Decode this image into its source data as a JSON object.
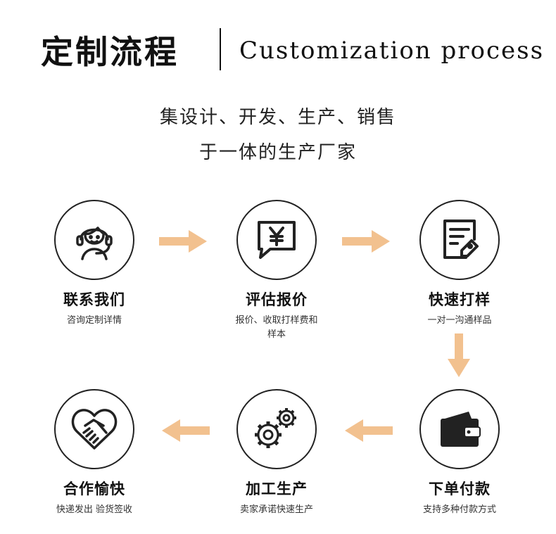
{
  "header": {
    "title_cn": "定制流程",
    "title_en": "Customization process"
  },
  "subtitle": {
    "line1": "集设计、开发、生产、销售",
    "line2": "于一体的生产厂家"
  },
  "colors": {
    "arrow": "#f2c18f",
    "stroke": "#222222"
  },
  "steps": [
    {
      "icon": "headset-person-icon",
      "title": "联系我们",
      "desc": "咨询定制详情"
    },
    {
      "icon": "yuan-speech-bubble-icon",
      "title": "评估报价",
      "desc": "报价、收取打样费和样本"
    },
    {
      "icon": "document-sample-icon",
      "title": "快速打样",
      "desc": "一对一沟通样品"
    },
    {
      "icon": "wallet-icon",
      "title": "下单付款",
      "desc": "支持多种付款方式"
    },
    {
      "icon": "gears-icon",
      "title": "加工生产",
      "desc": "卖家承诺快速生产"
    },
    {
      "icon": "handshake-heart-icon",
      "title": "合作愉快",
      "desc": "快递发出 验货签收"
    }
  ]
}
